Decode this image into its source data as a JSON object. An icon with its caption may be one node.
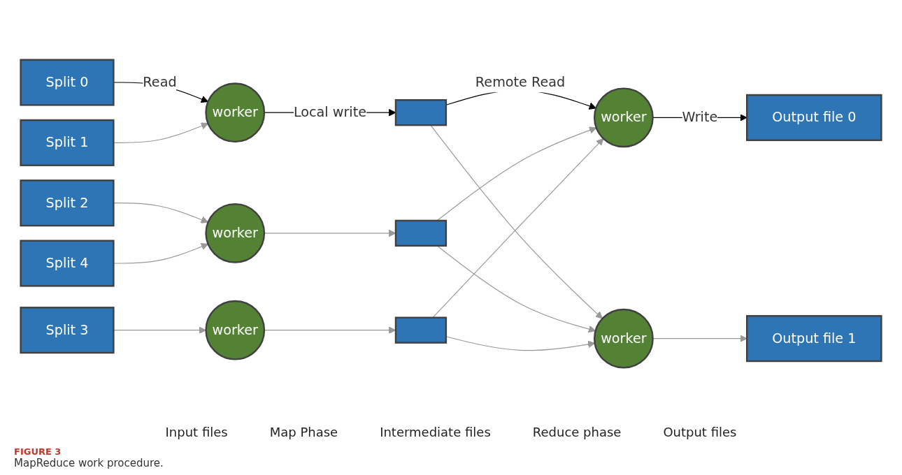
{
  "diagram": {
    "caption": "MapReduce work procedure.",
    "nodes": [
      {
        "text": [
          "Split 0"
        ]
      },
      {
        "text": [
          "Split 1"
        ]
      },
      {
        "text": [
          "Split 2"
        ]
      },
      {
        "text": [
          "Split 3"
        ]
      },
      {
        "text": [
          "Split 4"
        ]
      },
      {
        "text": [
          "worker"
        ]
      },
      {
        "text": [
          "worker"
        ]
      },
      {
        "text": [
          "worker"
        ]
      },
      {
        "text": [],
        "shape": "box"
      },
      {
        "text": [],
        "shape": "box"
      },
      {
        "text": [],
        "shape": "box"
      },
      {
        "text": [
          "worker"
        ]
      },
      {
        "text": [
          "worker"
        ]
      },
      {
        "text": [
          "Output file 0"
        ]
      },
      {
        "text": [
          "Output file 1"
        ]
      }
    ],
    "edges": [
      {
        "from": 0,
        "to": 5,
        "arrow": "to",
        "label": "Read",
        "color": "#000000"
      },
      {
        "from": 1,
        "to": 5,
        "arrow": "to"
      },
      {
        "from": 2,
        "to": 6,
        "arrow": "to"
      },
      {
        "from": 3,
        "to": 7,
        "arrow": "to"
      },
      {
        "from": 4,
        "to": 6,
        "arrow": "to"
      },
      {
        "from": 5,
        "to": 8,
        "arrow": "to",
        "label": "Local write",
        "color": "#000000"
      },
      {
        "from": 6,
        "to": 9,
        "arrow": "to"
      },
      {
        "from": 7,
        "to": 10,
        "arrow": "to"
      },
      {
        "from": 8,
        "to": 11,
        "arrow": "to",
        "label": "Remote Read",
        "color": "#000000"
      },
      {
        "from": 8,
        "to": 12,
        "arrow": "to"
      },
      {
        "from": 9,
        "to": 11,
        "arrow": "to"
      },
      {
        "from": 9,
        "to": 12,
        "arrow": "to"
      },
      {
        "from": 10,
        "to": 11,
        "arrow": "to"
      },
      {
        "from": 10,
        "to": 12,
        "arrow": "to"
      },
      {
        "from": 11,
        "to": 13,
        "arrow": "to",
        "label": "Write",
        "color": "#000000"
      },
      {
        "from": 12,
        "to": 14,
        "arrow": "to"
      }
    ],
    "labels": [
      "Input files",
      "Map Phase",
      "Intermediate files",
      "Reduce phase",
      "Output files",
      "FIGURE 3"
    ]
  }
}
